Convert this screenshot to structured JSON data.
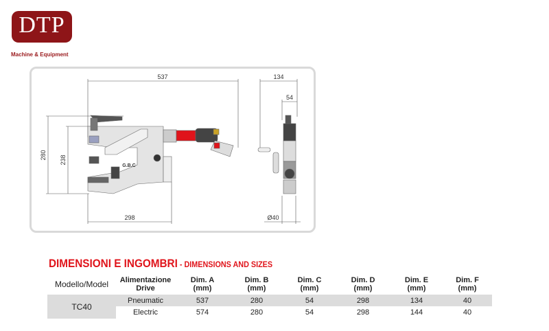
{
  "logo": {
    "letters": "DTP",
    "tagline": "Machine & Equipment",
    "color": "#8e1518"
  },
  "drawing": {
    "dimensions": {
      "a": "537",
      "b": "280",
      "h": "238",
      "d": "298",
      "e": "134",
      "c": "54",
      "f": "Ø40"
    },
    "brand_label": "G.B.C",
    "accent": "#e0141b"
  },
  "section": {
    "title": "DIMENSIONI E INGOMBRI",
    "separator": " - ",
    "subtitle": "DIMENSIONS AND SIZES"
  },
  "table": {
    "headers": [
      {
        "l1": "Modello/Model",
        "l2": ""
      },
      {
        "l1": "Alimentazione",
        "l2": "Drive"
      },
      {
        "l1": "Dim. A",
        "l2": "(mm)"
      },
      {
        "l1": "Dim. B",
        "l2": "(mm)"
      },
      {
        "l1": "Dim. C",
        "l2": "(mm)"
      },
      {
        "l1": "Dim. D",
        "l2": "(mm)"
      },
      {
        "l1": "Dim. E",
        "l2": "(mm)"
      },
      {
        "l1": "Dim. F",
        "l2": "(mm)"
      }
    ],
    "model": "TC40",
    "rows": [
      [
        "Pneumatic",
        "537",
        "280",
        "54",
        "298",
        "134",
        "40"
      ],
      [
        "Electric",
        "574",
        "280",
        "54",
        "298",
        "144",
        "40"
      ]
    ]
  }
}
